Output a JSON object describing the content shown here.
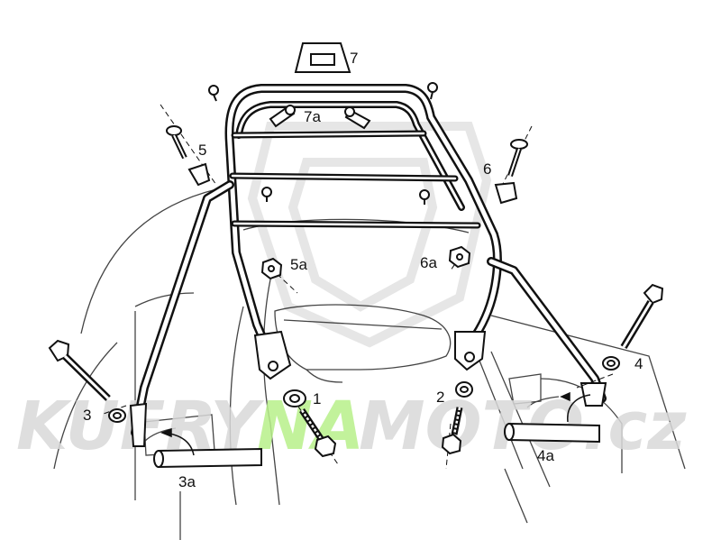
{
  "diagram": {
    "callouts": [
      {
        "id": "1",
        "label": "1"
      },
      {
        "id": "2",
        "label": "2"
      },
      {
        "id": "3",
        "label": "3"
      },
      {
        "id": "3a",
        "label": "3a"
      },
      {
        "id": "4",
        "label": "4"
      },
      {
        "id": "4a",
        "label": "4a"
      },
      {
        "id": "5",
        "label": "5"
      },
      {
        "id": "5a",
        "label": "5a"
      },
      {
        "id": "6",
        "label": "6"
      },
      {
        "id": "6a",
        "label": "6a"
      },
      {
        "id": "7",
        "label": "7"
      },
      {
        "id": "7a",
        "label": "7a"
      }
    ]
  },
  "watermark": {
    "text_left": "KUFRY",
    "text_mid": "NA",
    "text_right": "MOTO.cz",
    "colors": {
      "grey": "#d9d9d9",
      "green": "#b8f08a"
    }
  },
  "colors": {
    "line": "#111111",
    "light_line": "#555555"
  }
}
